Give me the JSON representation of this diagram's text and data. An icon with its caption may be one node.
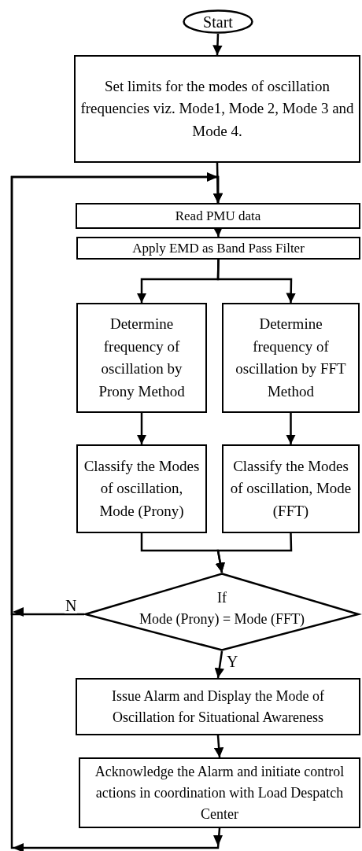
{
  "diagram": {
    "nodes": [
      {
        "text": [
          "Start"
        ]
      },
      {
        "text": [
          "Set limits for the modes of oscillation frequencies viz. Mode1, Mode 2, Mode 3 and Mode 4."
        ]
      },
      {
        "text": [
          "Read PMU data"
        ]
      },
      {
        "text": [
          "Apply EMD as Band Pass Filter"
        ]
      },
      {
        "text": [
          "Determine frequency of oscillation by Prony Method"
        ]
      },
      {
        "text": [
          "Determine frequency of oscillation by FFT Method"
        ]
      },
      {
        "text": [
          "Classify the Modes of oscillation, Mode (Prony)"
        ]
      },
      {
        "text": [
          "Classify the Modes of oscillation, Mode (FFT)"
        ]
      },
      {
        "text": [
          "If",
          "Mode (Prony) = Mode (FFT)"
        ]
      },
      {
        "text": [
          "Issue Alarm and Display the Mode of Oscillation for Situational Awareness"
        ]
      },
      {
        "text": [
          "Acknowledge the Alarm and initiate control actions in coordination with Load Despatch Center"
        ]
      }
    ],
    "edges": [
      {
        "from": 0,
        "to": 1,
        "arrow": "to"
      },
      {
        "from": 1,
        "to": 2,
        "arrow": "to"
      },
      {
        "from": 2,
        "to": 3,
        "arrow": "to"
      },
      {
        "from": 3,
        "to": 4,
        "arrow": "to"
      },
      {
        "from": 3,
        "to": 5,
        "arrow": "to"
      },
      {
        "from": 4,
        "to": 6,
        "arrow": "to"
      },
      {
        "from": 5,
        "to": 7,
        "arrow": "to"
      },
      {
        "from": 6,
        "to": 8,
        "arrow": "to"
      },
      {
        "from": 7,
        "to": 8,
        "arrow": "to"
      },
      {
        "from": 8,
        "to": 2,
        "arrow": "to",
        "label": "N"
      },
      {
        "from": 8,
        "to": 9,
        "arrow": "to",
        "label": "Y"
      },
      {
        "from": 9,
        "to": 10,
        "arrow": "to"
      },
      {
        "from": 10,
        "to": 2,
        "arrow": "to"
      }
    ]
  }
}
